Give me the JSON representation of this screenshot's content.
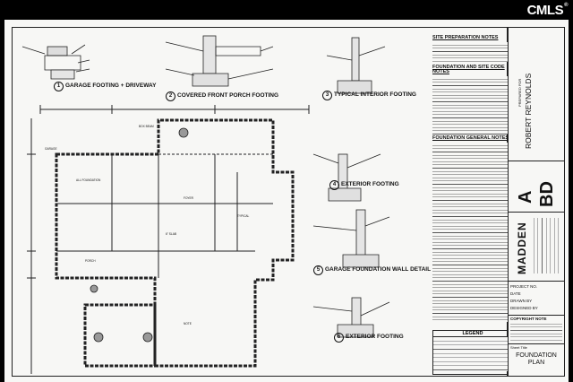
{
  "watermark": {
    "brand": "CMLS",
    "mark": "®"
  },
  "details": {
    "d1": {
      "num": "1",
      "title": "GARAGE FOOTING + DRIVEWAY"
    },
    "d2": {
      "num": "2",
      "title": "COVERED FRONT PORCH FOOTING"
    },
    "d3": {
      "num": "3",
      "title": "TYPICAL INTERIOR FOOTING"
    },
    "d4": {
      "num": "4",
      "title": "EXTERIOR FOOTING"
    },
    "d5": {
      "num": "5",
      "title": "GARAGE FOUNDATION WALL DETAIL"
    },
    "d6": {
      "num": "6",
      "title": "EXTERIOR FOOTING"
    }
  },
  "notes": {
    "site_prep_title": "SITE PREPARATION NOTES",
    "foundation_site_title": "FOUNDATION AND SITE CODE NOTES",
    "foundation_general_title": "FOUNDATION GENERAL NOTES",
    "legend_title": "LEGEND"
  },
  "title_block": {
    "prepared_for": "PREPARED FOR",
    "client_name": "ROBERT REYNOLDS",
    "firm_a": "A",
    "firm_bd": "BD",
    "firm_name": "MADDEN",
    "project_label": "PROJECT NO.",
    "date_label": "DATE",
    "drawn_label": "DRAWN BY",
    "designed_label": "DESIGNED BY",
    "copyright": "COPYRIGHT NOTE",
    "sheet_label": "Sheet Title",
    "sheet_title_line1": "FOUNDATION",
    "sheet_title_line2": "PLAN"
  }
}
